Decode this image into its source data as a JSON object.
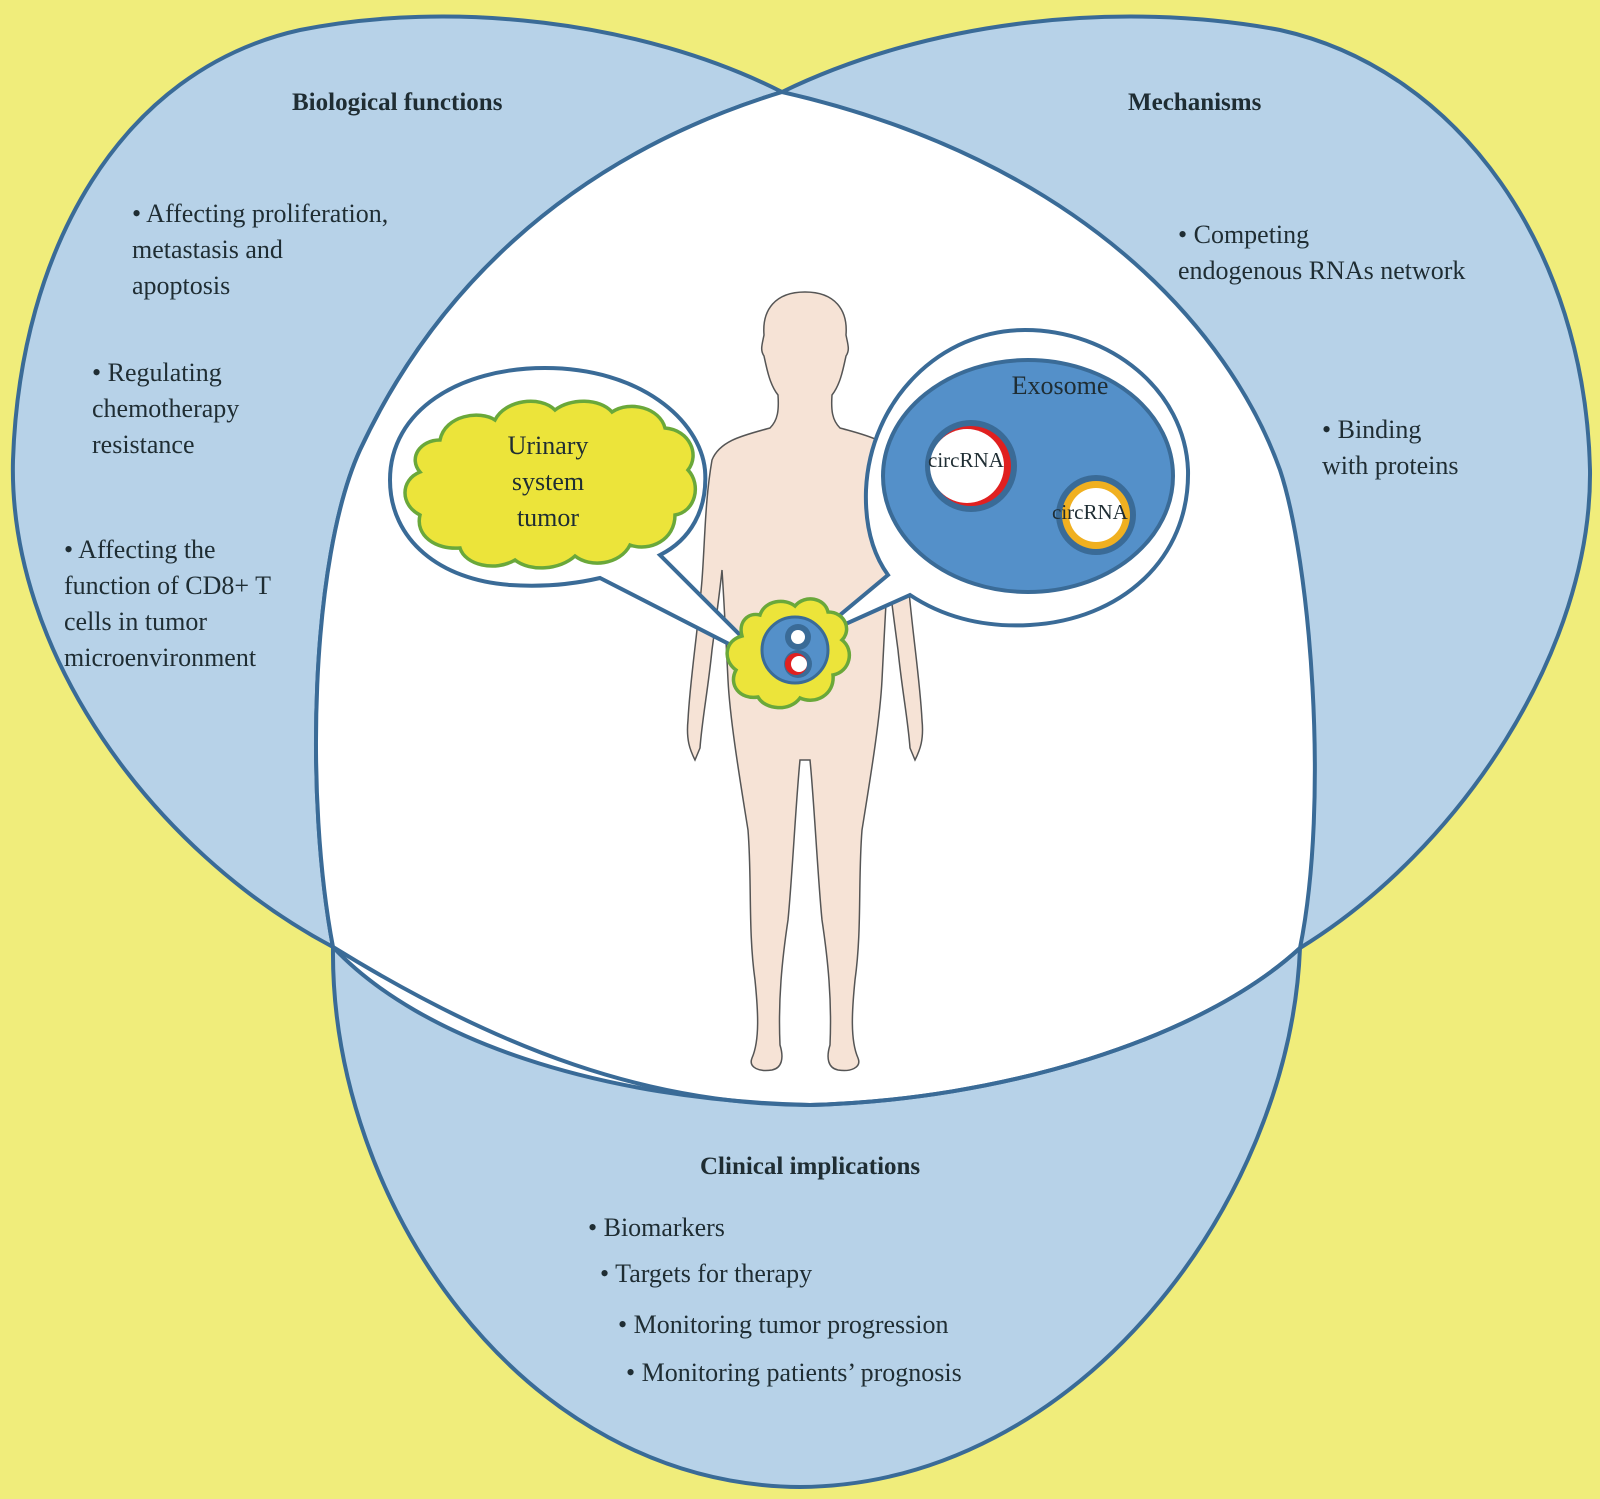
{
  "title": "CircRNA in urinary system tumors",
  "colors": {
    "background": "#f0ed7b",
    "venn_fill": "#b7d2e8",
    "venn_stroke": "#3a6b97",
    "center_fill": "#ffffff",
    "body_fill": "#f6e3d6",
    "tumor_fill": "#ece43a",
    "tumor_stroke": "#6aa83a",
    "exosome_fill": "#5490c9",
    "circ_red": "#e02020",
    "circ_gold": "#f0b020"
  },
  "sections": {
    "biological_functions": {
      "heading": "Biological functions",
      "items": [
        "• Affecting proliferation,\nmetastasis and\napoptosis",
        "• Regulating\nchemotherapy\nresistance",
        "• Affecting the\nfunction of CD8+ T\ncells in tumor\nmicroenvironment"
      ]
    },
    "mechanisms": {
      "heading": "Mechanisms",
      "items": [
        "• Competing\nendogenous RNAs network",
        "• Binding\nwith proteins"
      ]
    },
    "clinical_implications": {
      "heading": "Clinical implications",
      "items": [
        "• Biomarkers",
        "• Targets for therapy",
        "• Monitoring tumor progression",
        "• Monitoring patients’ prognosis"
      ]
    }
  },
  "center": {
    "tumor_label": "Urinary\nsystem\ntumor",
    "exosome_label": "Exosome",
    "circrna_labels": [
      "circRNA",
      "circRNA"
    ]
  }
}
